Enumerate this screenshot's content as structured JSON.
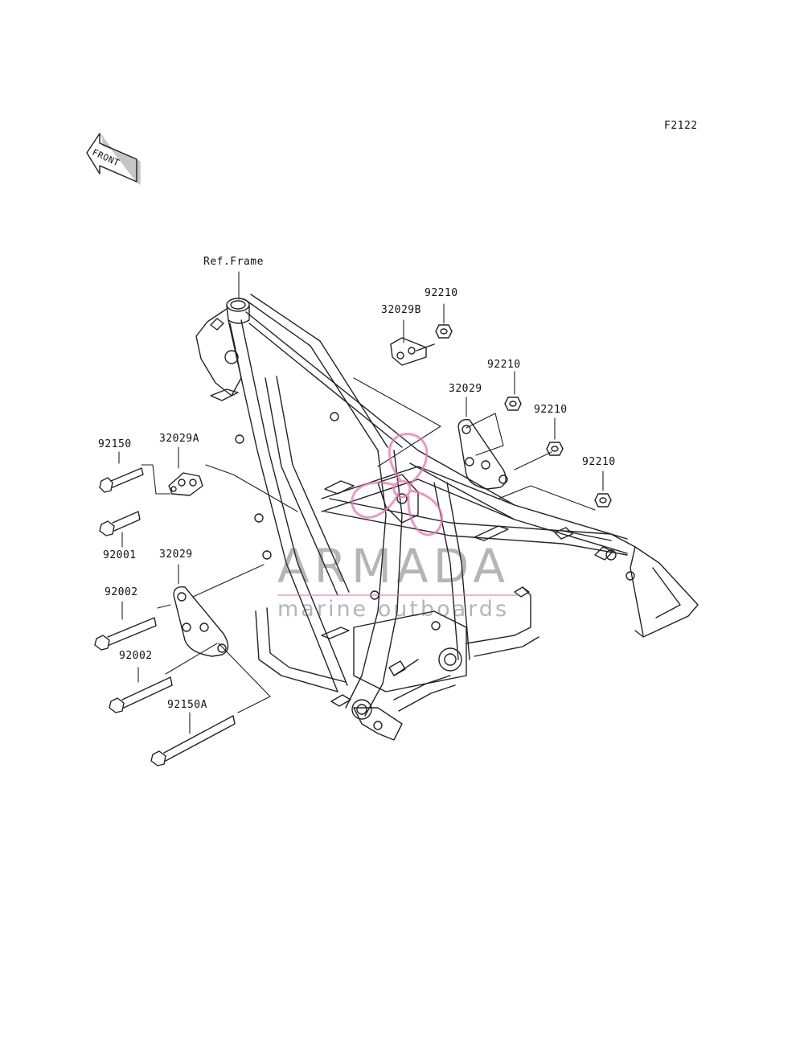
{
  "figure_code": "F2122",
  "front_arrow": {
    "icon": "front-arrow-icon",
    "label": "FRONT"
  },
  "ref_label": "Ref.Frame",
  "parts": {
    "p92210_a": "92210",
    "p32029B": "32029B",
    "p92210_b": "92210",
    "p32029_right": "32029",
    "p92210_c": "92210",
    "p92210_d": "92210",
    "p92150": "92150",
    "p32029A": "32029A",
    "p92001": "92001",
    "p32029_left": "32029",
    "p92002_a": "92002",
    "p92002_b": "92002",
    "p92150A": "92150A"
  },
  "watermark": {
    "title": "ARMADA",
    "subtitle": "marine outboards",
    "logo_icon": "propeller-icon",
    "accent_color": "#e37aaa"
  }
}
